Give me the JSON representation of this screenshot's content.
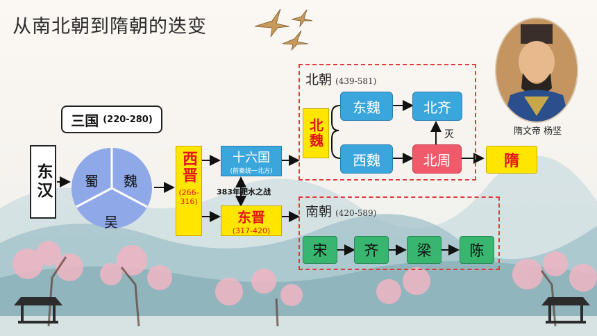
{
  "title": "从南北朝到隋朝的迭变",
  "sanguo": {
    "label": "三国",
    "years": "(220-280)"
  },
  "donghan": "东汉",
  "pie": {
    "shu": "蜀",
    "wei": "魏",
    "wu": "吴",
    "color": "#8fa9e8"
  },
  "xijin": {
    "name": "西晋",
    "years": "(266-316)"
  },
  "shiliuguo": {
    "name": "十六国",
    "note": "(前秦统一北方)"
  },
  "battle": "383年淝水之战",
  "dongjin": {
    "name": "东晋",
    "years": "(317-420)"
  },
  "beichao": {
    "label": "北朝",
    "years": "(439-581)",
    "beiwei": "北魏",
    "dongwei": "东魏",
    "beiqi": "北齐",
    "xiwei": "西魏",
    "beizhou": "北周",
    "mie": "灭"
  },
  "sui": "隋",
  "nanchao": {
    "label": "南朝",
    "years": "(420-589)",
    "dynasties": [
      "宋",
      "齐",
      "梁",
      "陈"
    ]
  },
  "portrait_caption": "隋文帝 杨坚"
}
